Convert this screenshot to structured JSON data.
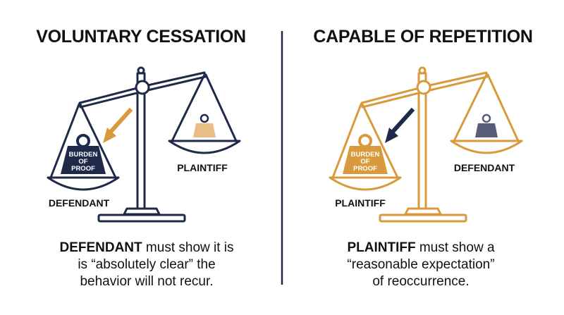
{
  "colors": {
    "navy": "#1f2a4b",
    "gold": "#d99a3e",
    "light_gold": "#ebbd86",
    "slate": "#585d7a",
    "divider": "#1f2a4b",
    "text": "#111111"
  },
  "left_panel": {
    "title": "VOLUNTARY CESSATION",
    "weight_label_lines": [
      "BURDEN",
      "OF",
      "PROOF"
    ],
    "heavy_pan_label": "DEFENDANT",
    "light_pan_label": "PLAINTIFF",
    "caption": {
      "lead": "DEFENDANT",
      "line1_rest": " must show it is",
      "line2": "is “absolutely clear” the",
      "line3": "behavior will not recur."
    },
    "scale_icon": "balance-scale-icon",
    "arrow_icon": "arrow-down-left-icon",
    "weight_icon": "weight-icon"
  },
  "right_panel": {
    "title": "CAPABLE OF REPETITION",
    "weight_label_lines": [
      "BURDEN",
      "OF",
      "PROOF"
    ],
    "heavy_pan_label": "PLAINTIFF",
    "light_pan_label": "DEFENDANT",
    "caption": {
      "lead": "PLAINTIFF",
      "line1_rest": " must show a",
      "line2": "“reasonable expectation”",
      "line3": "of reoccurrence."
    },
    "scale_icon": "balance-scale-icon",
    "arrow_icon": "arrow-down-left-icon",
    "weight_icon": "weight-icon"
  }
}
